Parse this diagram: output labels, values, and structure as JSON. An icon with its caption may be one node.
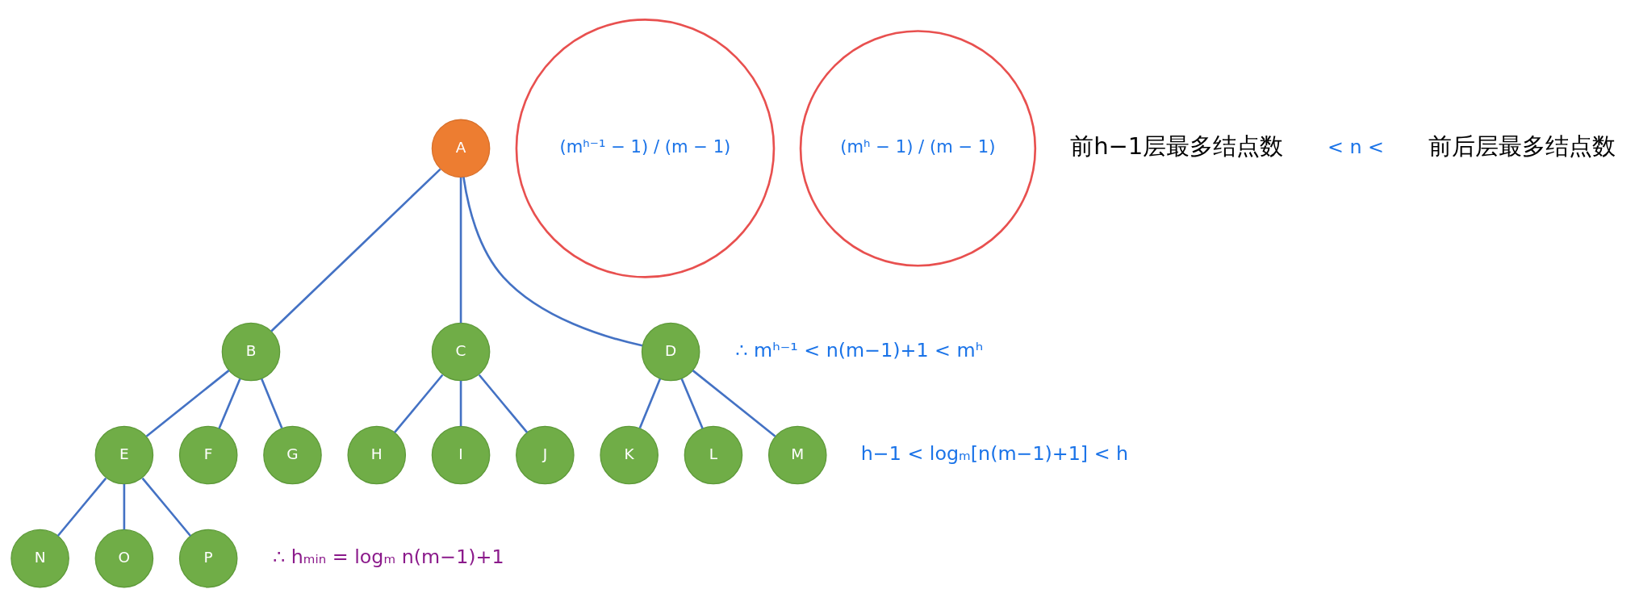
{
  "diagram": {
    "nodes": [
      {
        "text": [
          "A"
        ]
      },
      {
        "text": [
          "B"
        ]
      },
      {
        "text": [
          "C"
        ]
      },
      {
        "text": [
          "D"
        ]
      },
      {
        "text": [
          "E"
        ]
      },
      {
        "text": [
          "F"
        ]
      },
      {
        "text": [
          "G"
        ]
      },
      {
        "text": [
          "H"
        ]
      },
      {
        "text": [
          "I"
        ]
      },
      {
        "text": [
          "J"
        ]
      },
      {
        "text": [
          "K"
        ]
      },
      {
        "text": [
          "L"
        ]
      },
      {
        "text": [
          "M"
        ]
      },
      {
        "text": [
          "N"
        ]
      },
      {
        "text": [
          "O"
        ]
      },
      {
        "text": [
          "P"
        ]
      },
      {
        "text": [
          "(mʰ⁻¹ − 1) / (m − 1)"
        ]
      },
      {
        "text": [
          "(mʰ − 1) / (m − 1)"
        ]
      }
    ],
    "edges": [
      {
        "from": 0,
        "to": 1,
        "arrow": "none"
      },
      {
        "from": 0,
        "to": 2,
        "arrow": "none"
      },
      {
        "from": 0,
        "to": 3,
        "arrow": "none"
      },
      {
        "from": 1,
        "to": 4,
        "arrow": "none"
      },
      {
        "from": 1,
        "to": 5,
        "arrow": "none"
      },
      {
        "from": 1,
        "to": 6,
        "arrow": "none"
      },
      {
        "from": 2,
        "to": 7,
        "arrow": "none"
      },
      {
        "from": 2,
        "to": 8,
        "arrow": "none"
      },
      {
        "from": 2,
        "to": 9,
        "arrow": "none"
      },
      {
        "from": 3,
        "to": 10,
        "arrow": "none"
      },
      {
        "from": 3,
        "to": 11,
        "arrow": "none"
      },
      {
        "from": 3,
        "to": 12,
        "arrow": "none"
      },
      {
        "from": 4,
        "to": 13,
        "arrow": "none"
      },
      {
        "from": 4,
        "to": 14,
        "arrow": "none"
      },
      {
        "from": 4,
        "to": 15,
        "arrow": "none"
      }
    ],
    "labels": [
      "前h−1层最多结点数",
      "< n <",
      "前后层最多结点数",
      "∴ mʰ⁻¹ < n(m−1)+1 < mʰ",
      "h−1 < logₘ[n(m−1)+1] < h",
      "∴ hₘᵢₙ = logₘ n(m−1)+1"
    ]
  }
}
